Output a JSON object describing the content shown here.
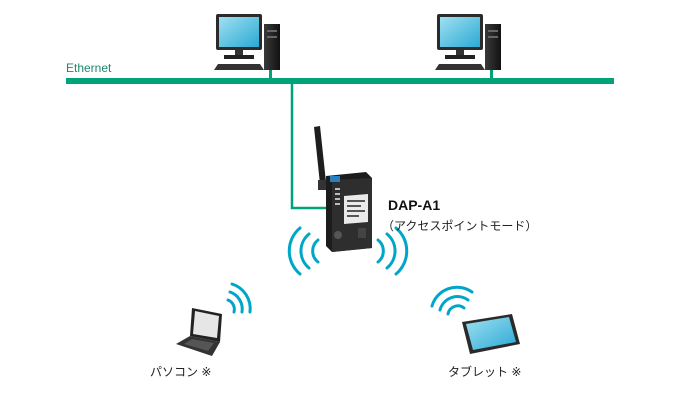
{
  "network": {
    "label": "Ethernet",
    "color": "#00a27a"
  },
  "device": {
    "name": "DAP-A1",
    "mode": "（アクセスポイントモード）"
  },
  "clients": {
    "laptop_label": "パソコン ※",
    "tablet_label": "タブレット ※"
  },
  "colors": {
    "wifi": "#00a6c8",
    "ethernet": "#00a27a",
    "monitor_screen": "#5fc9e6",
    "device_body": "#2a2a2a"
  },
  "icons": [
    "desktop-pc-icon",
    "desktop-pc-icon",
    "access-point-icon",
    "laptop-icon",
    "tablet-icon",
    "wifi-waves-icon"
  ]
}
